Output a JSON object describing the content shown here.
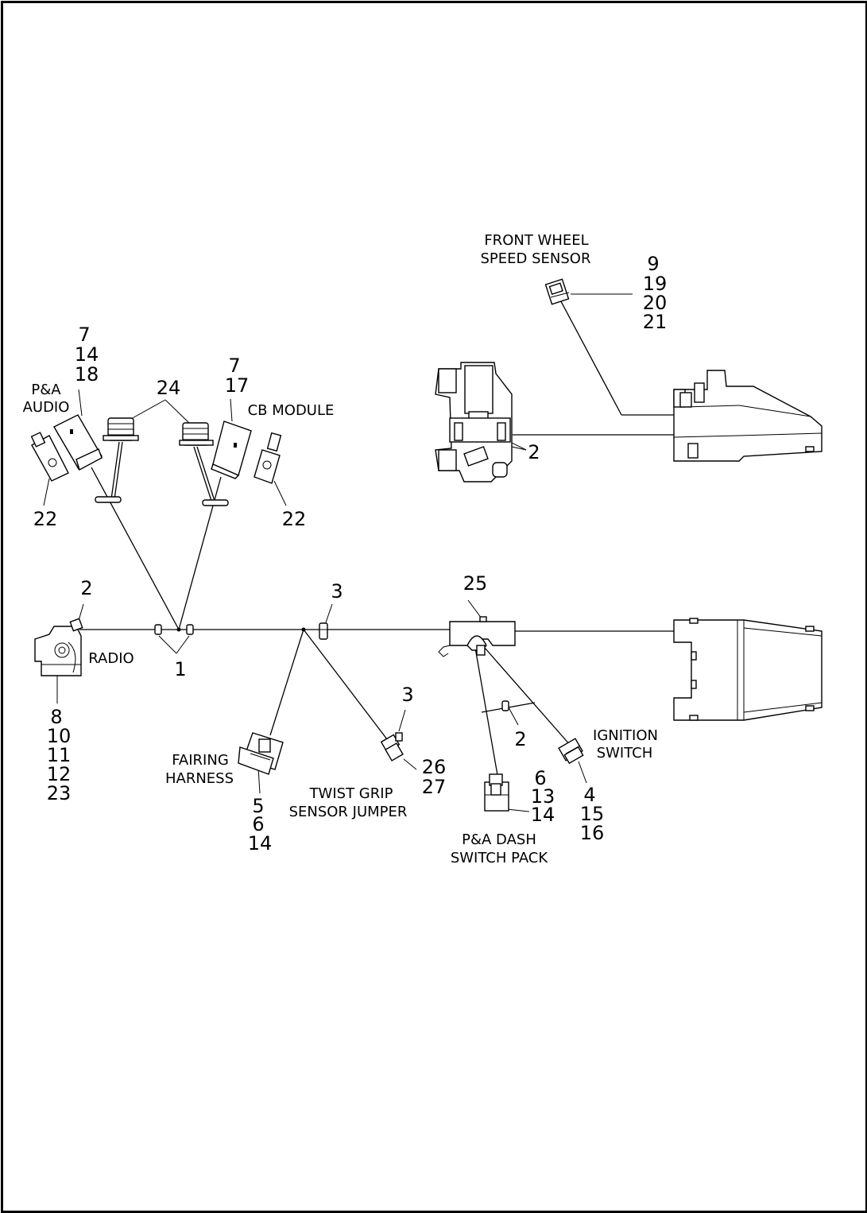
{
  "labels": {
    "front_wheel_speed_sensor": [
      "FRONT WHEEL",
      "SPEED SENSOR"
    ],
    "pa_audio": [
      "P&A",
      "AUDIO"
    ],
    "cb_module": "CB MODULE",
    "radio": "RADIO",
    "fairing_harness": [
      "FAIRING",
      "HARNESS"
    ],
    "twist_grip_sensor_jumper": [
      "TWIST GRIP",
      "SENSOR JUMPER"
    ],
    "pa_dash_switch_pack": [
      "P&A DASH",
      "SWITCH PACK"
    ],
    "ignition_switch": [
      "IGNITION",
      "SWITCH"
    ]
  },
  "callouts": {
    "speed_sensor": [
      "9",
      "19",
      "20",
      "21"
    ],
    "pa_audio": [
      "7",
      "14",
      "18"
    ],
    "cb_module": [
      "7",
      "17"
    ],
    "clip_24": "24",
    "tag_22_left": "22",
    "tag_22_right": "22",
    "bracket_2_top": "2",
    "radio_2": "2",
    "radio_parts": [
      "8",
      "10",
      "11",
      "12",
      "23"
    ],
    "clip_1": "1",
    "clip_3_main": "3",
    "bracket_25": "25",
    "fairing_parts": [
      "5",
      "6",
      "14"
    ],
    "twist_3": "3",
    "twist_parts": [
      "26",
      "27"
    ],
    "tie_2_lower": "2",
    "dash_parts": [
      "6",
      "13",
      "14"
    ],
    "ignition_parts": [
      "4",
      "15",
      "16"
    ]
  }
}
